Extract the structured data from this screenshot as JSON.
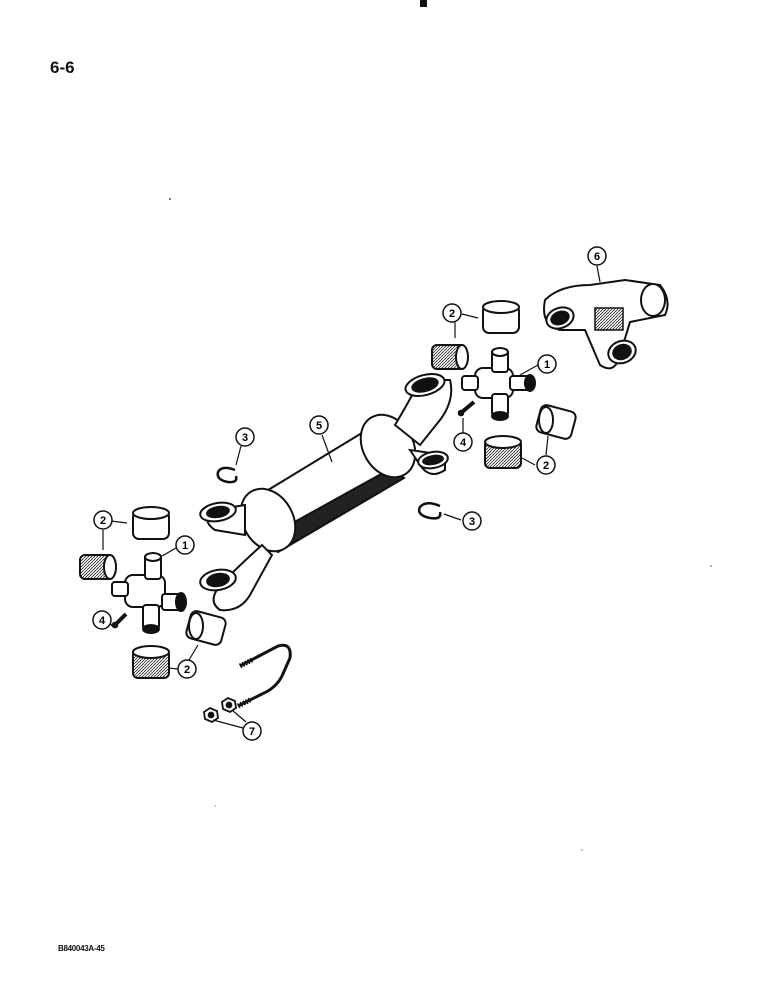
{
  "page": {
    "number": "6-6",
    "footer_code": "B840043A-45"
  },
  "callouts": [
    {
      "id": "universal-joint-cross-right",
      "label": "1"
    },
    {
      "id": "universal-joint-cross-left",
      "label": "1"
    },
    {
      "id": "bearing-cup-right-upper",
      "label": "2"
    },
    {
      "id": "bearing-cup-right-lower",
      "label": "2"
    },
    {
      "id": "bearing-cup-left-upper",
      "label": "2"
    },
    {
      "id": "bearing-cup-left-lower",
      "label": "2"
    },
    {
      "id": "snap-ring-upper",
      "label": "3"
    },
    {
      "id": "snap-ring-lower",
      "label": "3"
    },
    {
      "id": "grease-fitting-right",
      "label": "4"
    },
    {
      "id": "grease-fitting-left",
      "label": "4"
    },
    {
      "id": "drive-shaft",
      "label": "5"
    },
    {
      "id": "slip-yoke",
      "label": "6"
    },
    {
      "id": "u-bolt-and-nuts",
      "label": "7"
    }
  ]
}
